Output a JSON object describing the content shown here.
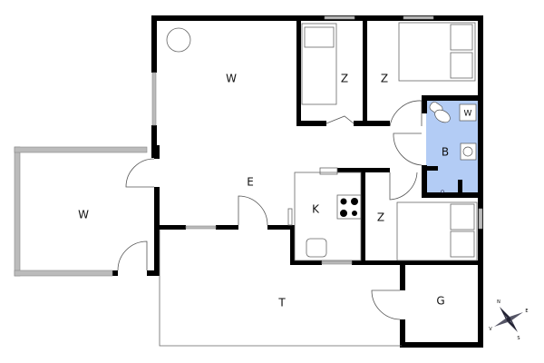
{
  "rooms": [
    {
      "id": "living",
      "label": "W"
    },
    {
      "id": "bedroom-1",
      "label": "Z"
    },
    {
      "id": "bedroom-2",
      "label": "Z"
    },
    {
      "id": "washer",
      "label": "W"
    },
    {
      "id": "bathroom",
      "label": "B"
    },
    {
      "id": "entrance",
      "label": "E"
    },
    {
      "id": "kitchen",
      "label": "K"
    },
    {
      "id": "bedroom-3",
      "label": "Z"
    },
    {
      "id": "winter-garden",
      "label": "W"
    },
    {
      "id": "terrace",
      "label": "T"
    },
    {
      "id": "garage",
      "label": "G"
    }
  ],
  "compass": {
    "n": "N",
    "e": "E",
    "s": "S",
    "w": "V"
  },
  "colors": {
    "bathroom": "#b3ccf5",
    "wall": "#000000",
    "glass": "#bbbbbb"
  }
}
